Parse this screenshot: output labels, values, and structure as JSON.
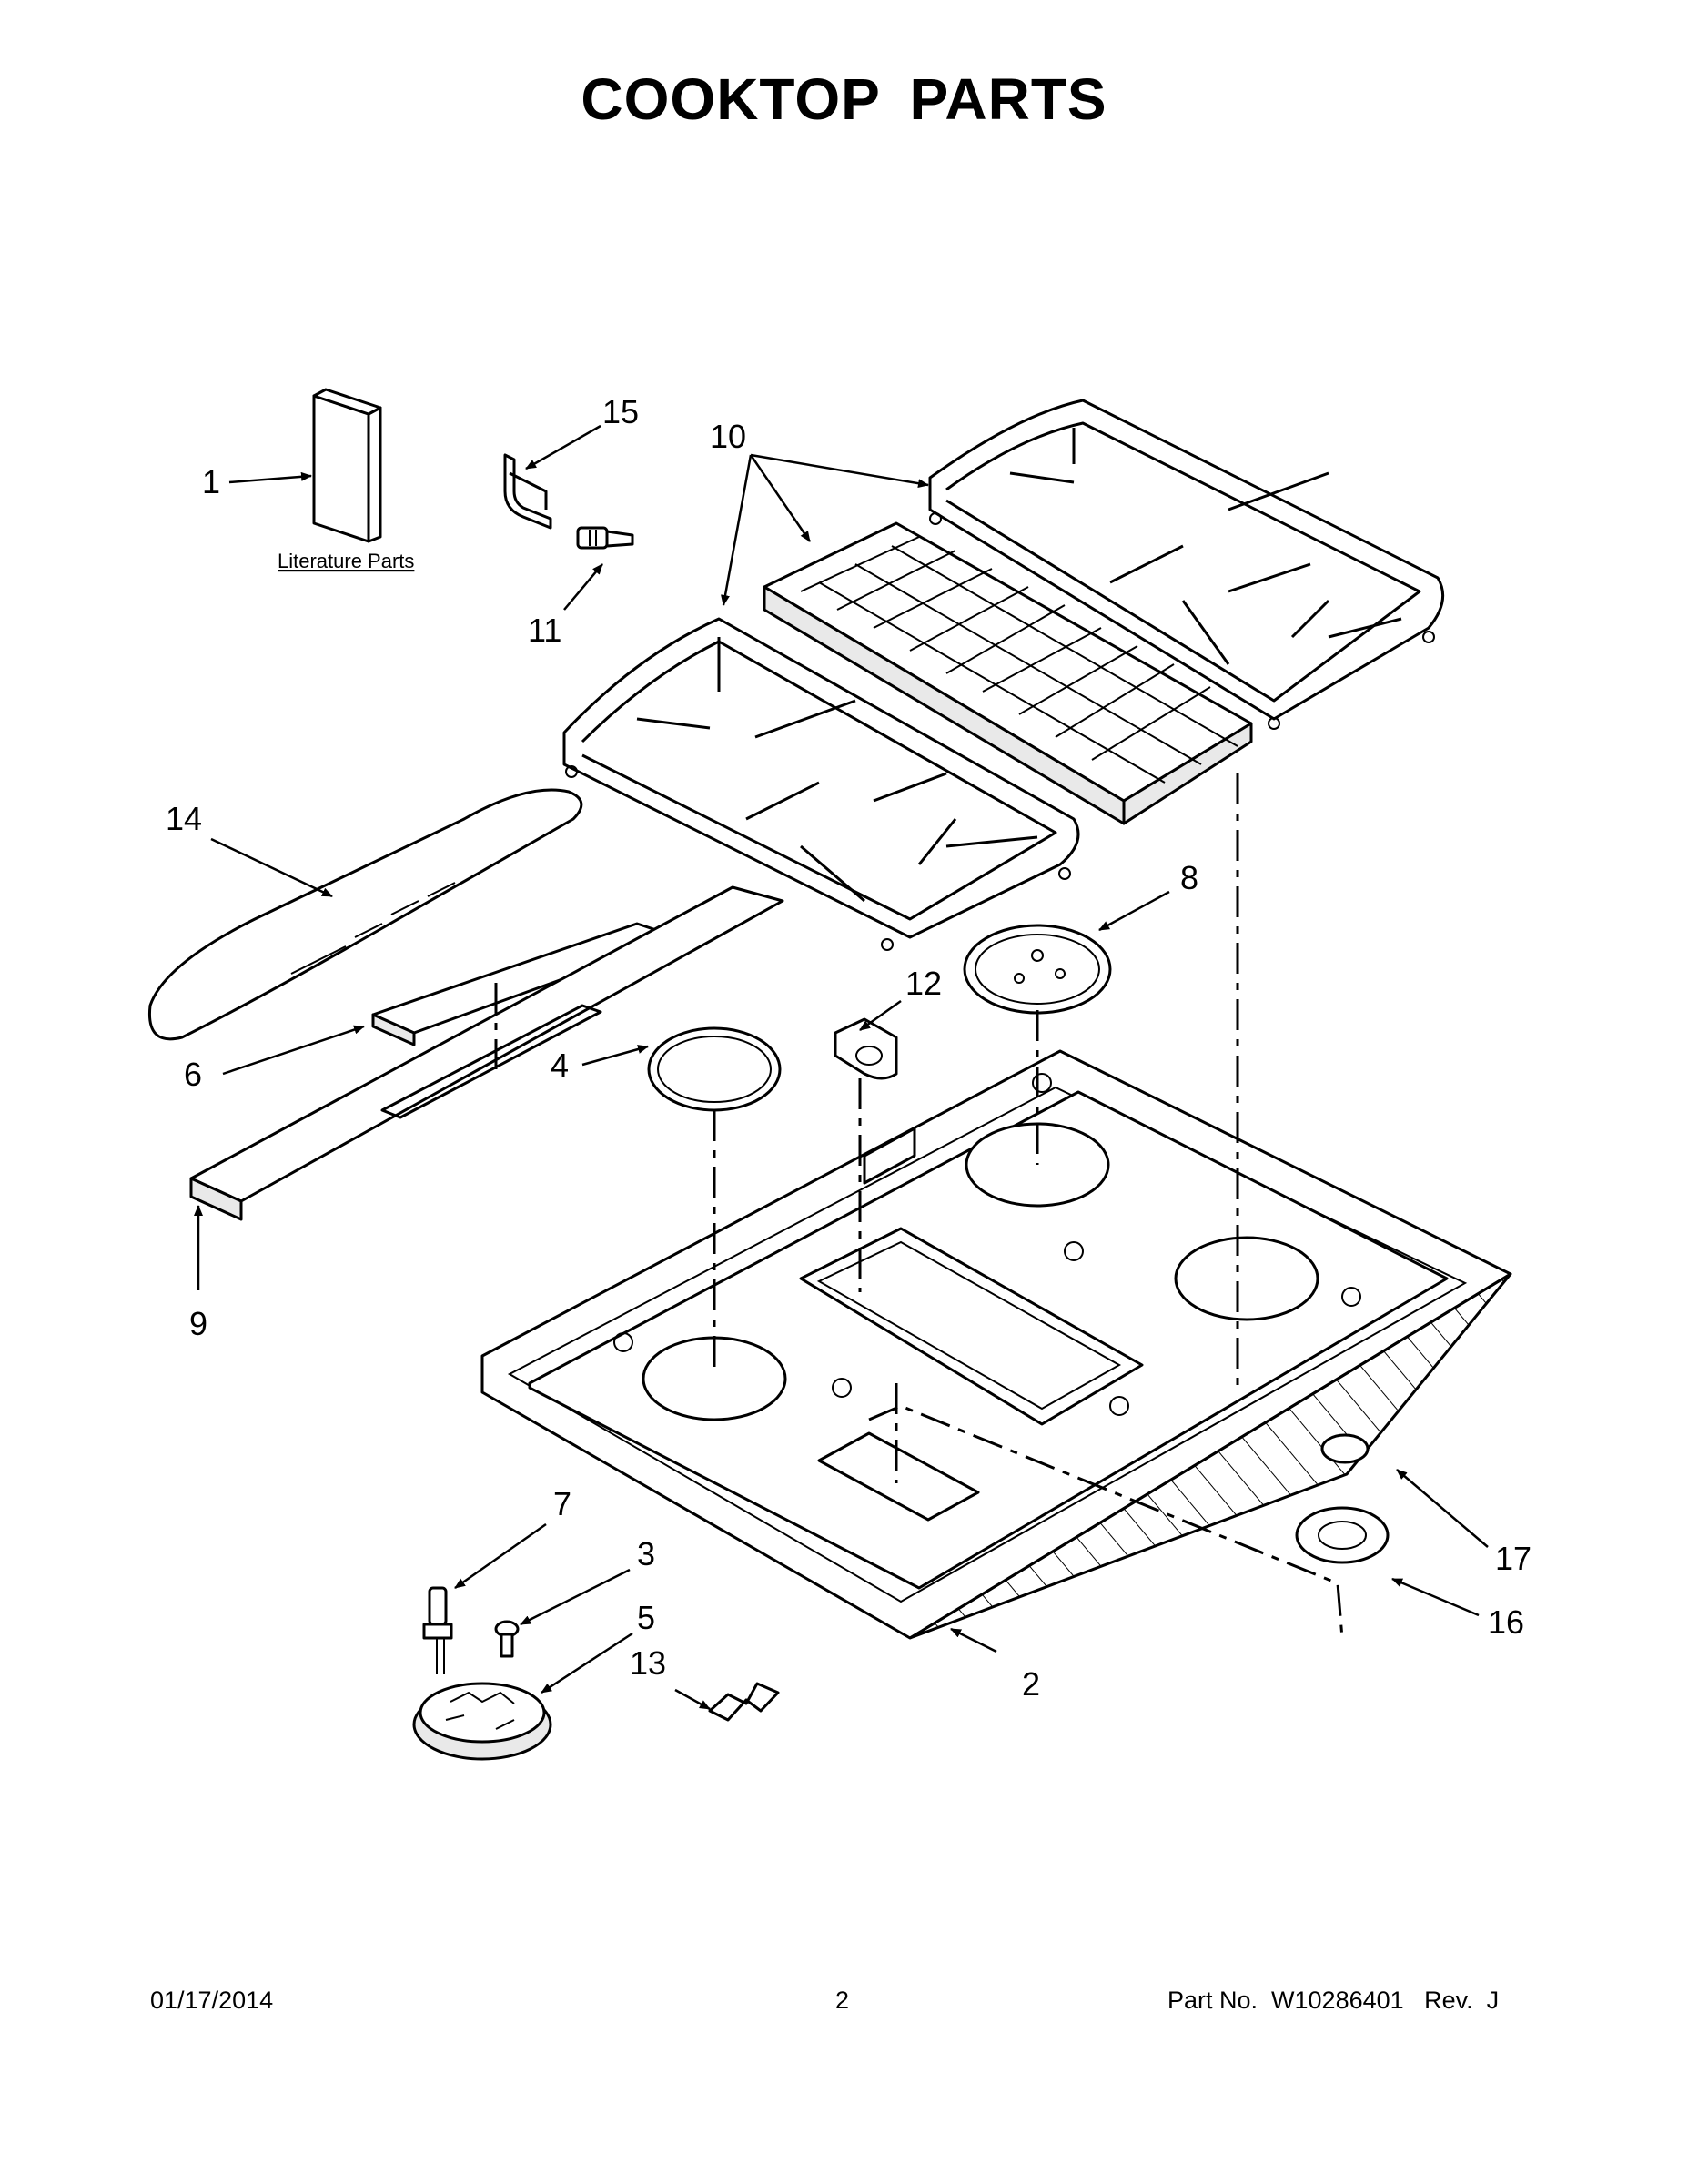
{
  "title": "COOKTOP PARTS",
  "literature_label": "Literature Parts",
  "callouts": {
    "c1": "1",
    "c2": "2",
    "c3": "3",
    "c4": "4",
    "c5": "5",
    "c6": "6",
    "c7": "7",
    "c8": "8",
    "c9": "9",
    "c10": "10",
    "c11": "11",
    "c12": "12",
    "c13": "13",
    "c14": "14",
    "c15": "15",
    "c16": "16",
    "c17": "17"
  },
  "footer": {
    "date": "01/17/2014",
    "page": "2",
    "part_no": "Part No.  W10286401   Rev.  J"
  }
}
